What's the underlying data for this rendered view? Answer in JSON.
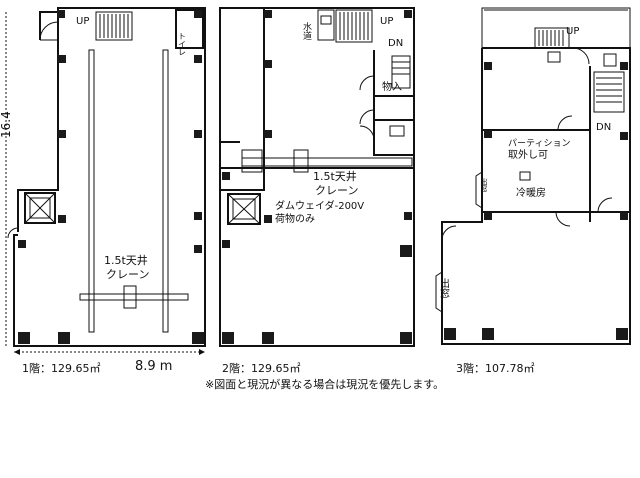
{
  "floors": [
    {
      "label": "1階：129.65㎡",
      "up": "UP",
      "toilet": "トイレ",
      "crane_line1": "1.5t天井",
      "crane_line2": "クレーン"
    },
    {
      "label": "2階：129.65㎡",
      "water": "水道",
      "up": "UP",
      "dn": "DN",
      "storage": "物入",
      "crane_line1": "1.5t天井",
      "crane_line2": "クレーン",
      "dumbwaiter_line1": "ダムウェイダ-200V",
      "dumbwaiter_line2": "荷物のみ"
    },
    {
      "label": "3階：107.78㎡",
      "up": "UP",
      "dn": "DN",
      "partition_line1": "パーティション",
      "partition_line2": "取外し可",
      "aircon": "冷暖房",
      "window_a": "出窓",
      "window_b": "出窓"
    }
  ],
  "dimensions": {
    "depth": "16.4",
    "width": "8.9 m"
  },
  "note": "※図面と現況が異なる場合は現況を優先します。"
}
